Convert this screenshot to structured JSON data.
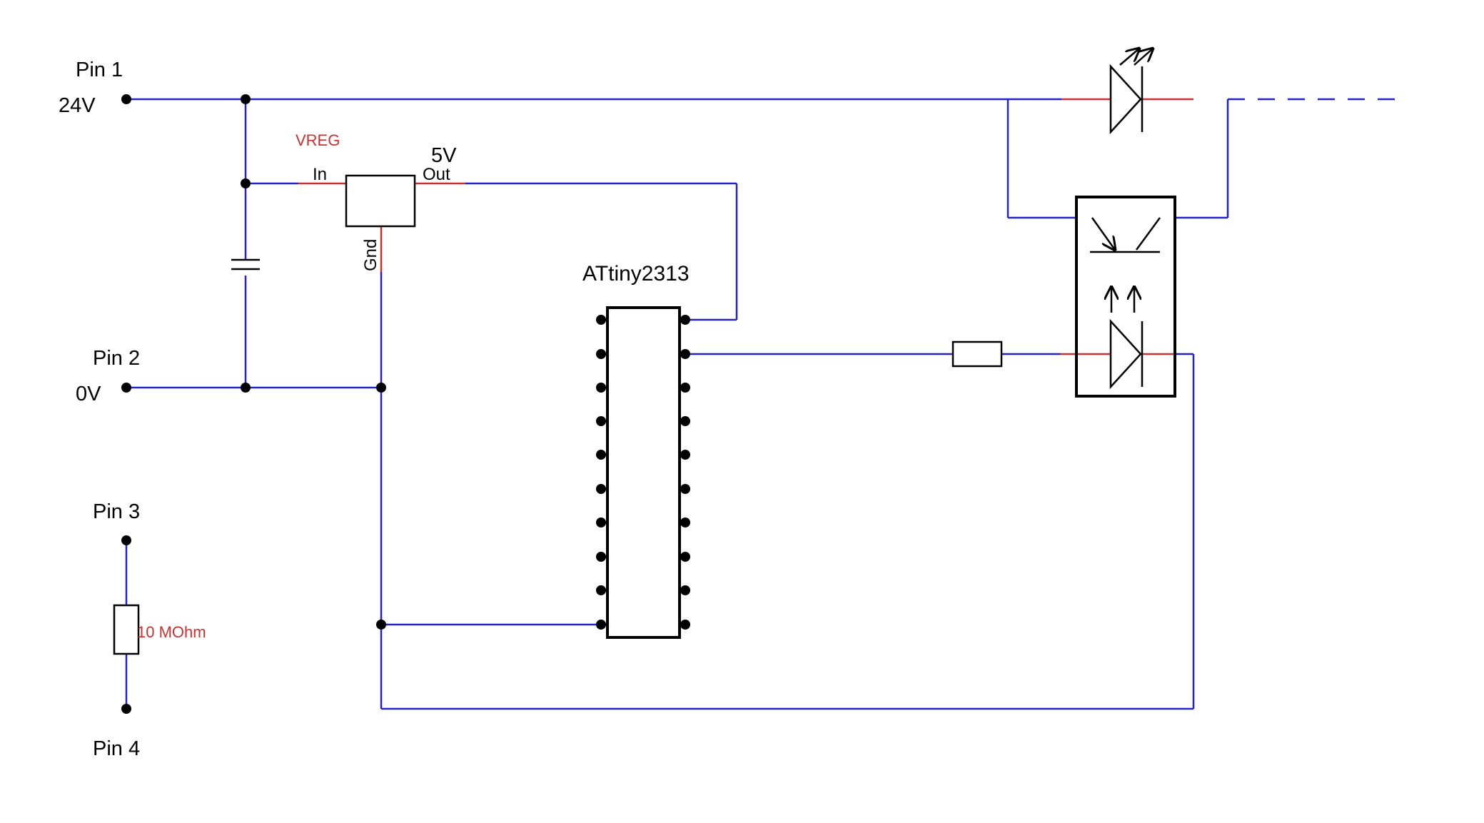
{
  "colors": {
    "wire": "#2323c8",
    "lead": "#c83232",
    "component": "#000000",
    "background": "#ffffff"
  },
  "labels": {
    "pin1": "Pin 1",
    "pin1_voltage": "24V",
    "pin2": "Pin 2",
    "pin2_voltage": "0V",
    "pin3": "Pin 3",
    "pin4": "Pin 4",
    "vreg_name": "VREG",
    "vreg_in": "In",
    "vreg_out": "Out",
    "vreg_out_voltage": "5V",
    "vreg_gnd": "Gnd",
    "mcu_name": "ATtiny2313",
    "resistor_value": "10 MOhm"
  },
  "icons": {
    "capacitor": "capacitor-icon",
    "led": "led-icon",
    "optocoupler": "optocoupler-icon",
    "resistor": "resistor-icon",
    "regulator": "voltage-regulator-icon",
    "microcontroller": "dip-ic-icon"
  }
}
